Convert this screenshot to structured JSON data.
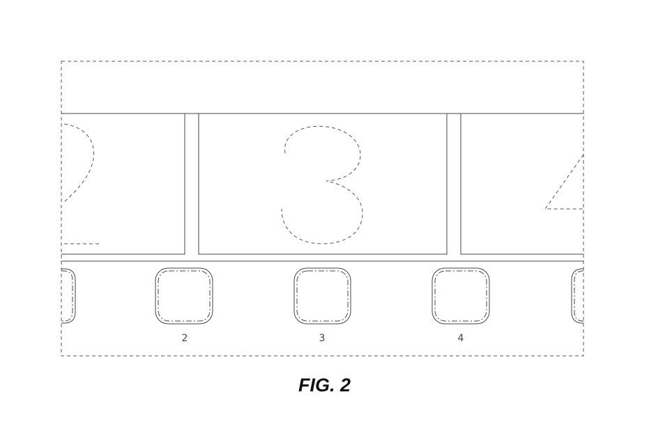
{
  "figure": {
    "caption": "FIG. 2",
    "item_labels": [
      "2",
      "3",
      "4"
    ]
  }
}
